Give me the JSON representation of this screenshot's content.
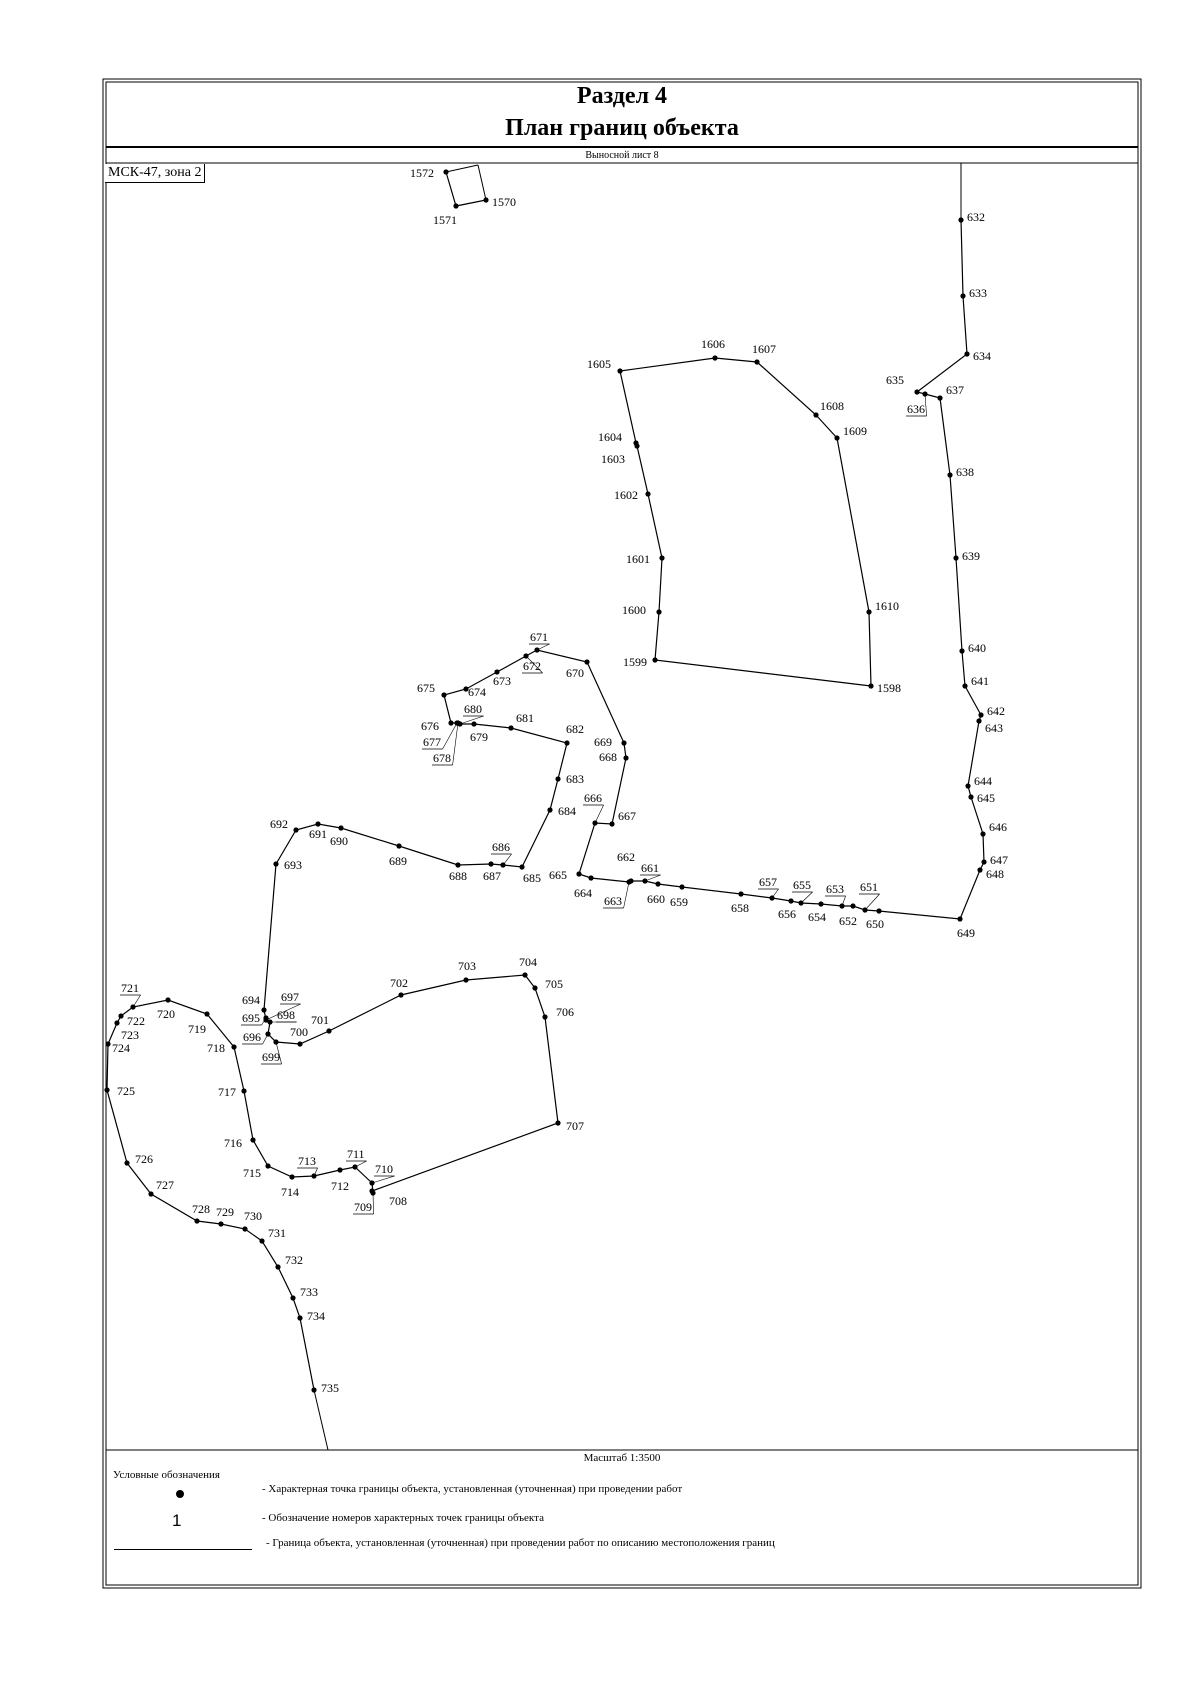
{
  "title": "Раздел 4",
  "subtitle": "План границ объекта",
  "sheet_label": "Выносной лист 8",
  "coordinate_system": "МСК-47, зона 2",
  "scale": "Масштаб 1:3500",
  "legend": {
    "title": "Условные обозначения",
    "point_desc": "- Характерная точка границы объекта, установленная (уточненная) при проведении работ",
    "label_sample": "1",
    "label_desc": "- Обозначение номеров характерных точек границы объекта",
    "line_desc": "- Граница объекта, установленная (уточненная) при проведении работ по описанию местоположения границ"
  },
  "boundary_points": {
    "1570": [
      486,
      200
    ],
    "1571": [
      456,
      206
    ],
    "1572": [
      446,
      172
    ],
    "1598": [
      871,
      686
    ],
    "1599": [
      655,
      660
    ],
    "1600": [
      659,
      612
    ],
    "1601": [
      662,
      558
    ],
    "1602": [
      648,
      494
    ],
    "1603": [
      637,
      446
    ],
    "1604": [
      636,
      443
    ],
    "1605": [
      620,
      371
    ],
    "1606": [
      715,
      358
    ],
    "1607": [
      757,
      362
    ],
    "1608": [
      816,
      415
    ],
    "1609": [
      837,
      438
    ],
    "1610": [
      869,
      612
    ],
    "632": [
      961,
      220
    ],
    "633": [
      963,
      296
    ],
    "634": [
      967,
      354
    ],
    "635": [
      917,
      392
    ],
    "636": [
      925,
      394
    ],
    "637": [
      940,
      398
    ],
    "638": [
      950,
      475
    ],
    "639": [
      956,
      558
    ],
    "640": [
      962,
      651
    ],
    "641": [
      965,
      686
    ],
    "642": [
      981,
      715
    ],
    "643": [
      979,
      721
    ],
    "644": [
      968,
      786
    ],
    "645": [
      971,
      797
    ],
    "646": [
      983,
      834
    ],
    "647": [
      984,
      862
    ],
    "648": [
      980,
      870
    ],
    "649": [
      960,
      919
    ],
    "650": [
      879,
      911
    ],
    "651": [
      865,
      910
    ],
    "652": [
      853,
      906
    ],
    "653": [
      842,
      906
    ],
    "654": [
      821,
      904
    ],
    "655": [
      801,
      903
    ],
    "656": [
      791,
      901
    ],
    "657": [
      772,
      898
    ],
    "658": [
      741,
      894
    ],
    "659": [
      682,
      887
    ],
    "660": [
      658,
      884
    ],
    "661": [
      645,
      881
    ],
    "662": [
      631,
      881
    ],
    "663": [
      629,
      882
    ],
    "664": [
      591,
      878
    ],
    "665": [
      579,
      874
    ],
    "666": [
      595,
      823
    ],
    "667": [
      612,
      824
    ],
    "668": [
      626,
      758
    ],
    "669": [
      624,
      743
    ],
    "670": [
      587,
      662
    ],
    "671": [
      537,
      650
    ],
    "672": [
      526,
      656
    ],
    "673": [
      497,
      672
    ],
    "674": [
      466,
      689
    ],
    "675": [
      444,
      695
    ],
    "676": [
      451,
      723
    ],
    "677": [
      457,
      723
    ],
    "678": [
      458,
      723
    ],
    "679": [
      474,
      724
    ],
    "680": [
      460,
      724
    ],
    "681": [
      511,
      728
    ],
    "682": [
      567,
      743
    ],
    "683": [
      558,
      779
    ],
    "684": [
      550,
      810
    ],
    "685": [
      522,
      867
    ],
    "686": [
      503,
      865
    ],
    "687": [
      491,
      864
    ],
    "688": [
      458,
      865
    ],
    "689": [
      399,
      846
    ],
    "690": [
      341,
      828
    ],
    "691": [
      318,
      824
    ],
    "692": [
      296,
      830
    ],
    "693": [
      276,
      864
    ],
    "694": [
      264,
      1010
    ],
    "695": [
      266,
      1018
    ],
    "696": [
      268,
      1034
    ],
    "697": [
      266,
      1020
    ],
    "698": [
      270,
      1022
    ],
    "699": [
      276,
      1042
    ],
    "700": [
      300,
      1044
    ],
    "701": [
      329,
      1031
    ],
    "702": [
      401,
      995
    ],
    "703": [
      466,
      980
    ],
    "704": [
      525,
      975
    ],
    "705": [
      535,
      988
    ],
    "706": [
      545,
      1017
    ],
    "707": [
      558,
      1123
    ],
    "708": [
      372,
      1191
    ],
    "709": [
      373,
      1193
    ],
    "710": [
      372,
      1183
    ],
    "711": [
      355,
      1167
    ],
    "712": [
      340,
      1170
    ],
    "713": [
      314,
      1176
    ],
    "714": [
      292,
      1177
    ],
    "715": [
      268,
      1166
    ],
    "716": [
      253,
      1140
    ],
    "717": [
      244,
      1091
    ],
    "718": [
      234,
      1047
    ],
    "719": [
      207,
      1014
    ],
    "720": [
      168,
      1000
    ],
    "721": [
      133,
      1007
    ],
    "722": [
      121,
      1016
    ],
    "723": [
      117,
      1023
    ],
    "724": [
      108,
      1044
    ],
    "725": [
      107,
      1090
    ],
    "726": [
      127,
      1163
    ],
    "727": [
      151,
      1194
    ],
    "728": [
      197,
      1221
    ],
    "729": [
      221,
      1224
    ],
    "730": [
      245,
      1229
    ],
    "731": [
      262,
      1241
    ],
    "732": [
      278,
      1267
    ],
    "733": [
      293,
      1298
    ],
    "734": [
      300,
      1318
    ],
    "735": [
      314,
      1390
    ]
  },
  "point_labels": {
    "1570": [
      492,
      206
    ],
    "1571": [
      433,
      224
    ],
    "1572": [
      410,
      177
    ],
    "1598": [
      877,
      692
    ],
    "1599": [
      623,
      666
    ],
    "1600": [
      622,
      614
    ],
    "1601": [
      626,
      563
    ],
    "1602": [
      614,
      499
    ],
    "1603": [
      601,
      463
    ],
    "1604": [
      598,
      441
    ],
    "1605": [
      587,
      368
    ],
    "1606": [
      701,
      348
    ],
    "1607": [
      752,
      353
    ],
    "1608": [
      820,
      410
    ],
    "1609": [
      843,
      435
    ],
    "1610": [
      875,
      610
    ],
    "632": [
      967,
      221
    ],
    "633": [
      969,
      297
    ],
    "634": [
      973,
      360
    ],
    "635": [
      886,
      384
    ],
    "636": [
      907,
      413
    ],
    "637": [
      946,
      394
    ],
    "638": [
      956,
      476
    ],
    "639": [
      962,
      560
    ],
    "640": [
      968,
      652
    ],
    "641": [
      971,
      685
    ],
    "642": [
      987,
      715
    ],
    "643": [
      985,
      732
    ],
    "644": [
      974,
      785
    ],
    "645": [
      977,
      802
    ],
    "646": [
      989,
      831
    ],
    "647": [
      990,
      864
    ],
    "648": [
      986,
      878
    ],
    "649": [
      957,
      937
    ],
    "650": [
      866,
      928
    ],
    "651": [
      860,
      891
    ],
    "652": [
      839,
      925
    ],
    "653": [
      826,
      893
    ],
    "654": [
      808,
      921
    ],
    "655": [
      793,
      889
    ],
    "656": [
      778,
      918
    ],
    "657": [
      759,
      886
    ],
    "658": [
      731,
      912
    ],
    "659": [
      670,
      906
    ],
    "660": [
      647,
      903
    ],
    "661": [
      641,
      872
    ],
    "662": [
      617,
      861
    ],
    "663": [
      604,
      905
    ],
    "664": [
      574,
      897
    ],
    "665": [
      549,
      879
    ],
    "666": [
      584,
      802
    ],
    "667": [
      618,
      820
    ],
    "668": [
      599,
      761
    ],
    "669": [
      594,
      746
    ],
    "670": [
      566,
      677
    ],
    "671": [
      530,
      641
    ],
    "672": [
      523,
      670
    ],
    "673": [
      493,
      685
    ],
    "674": [
      468,
      696
    ],
    "675": [
      417,
      692
    ],
    "676": [
      421,
      730
    ],
    "677": [
      423,
      746
    ],
    "678": [
      433,
      762
    ],
    "679": [
      470,
      741
    ],
    "680": [
      464,
      713
    ],
    "681": [
      516,
      722
    ],
    "682": [
      566,
      733
    ],
    "683": [
      566,
      783
    ],
    "684": [
      558,
      815
    ],
    "685": [
      523,
      882
    ],
    "686": [
      492,
      851
    ],
    "687": [
      483,
      880
    ],
    "688": [
      449,
      880
    ],
    "689": [
      389,
      865
    ],
    "690": [
      330,
      845
    ],
    "691": [
      309,
      838
    ],
    "692": [
      270,
      828
    ],
    "693": [
      284,
      869
    ],
    "694": [
      242,
      1004
    ],
    "695": [
      242,
      1022
    ],
    "696": [
      243,
      1041
    ],
    "697": [
      281,
      1001
    ],
    "698": [
      277,
      1019
    ],
    "699": [
      262,
      1061
    ],
    "700": [
      290,
      1036
    ],
    "701": [
      311,
      1024
    ],
    "702": [
      390,
      987
    ],
    "703": [
      458,
      970
    ],
    "704": [
      519,
      966
    ],
    "705": [
      545,
      988
    ],
    "706": [
      556,
      1016
    ],
    "707": [
      566,
      1130
    ],
    "708": [
      389,
      1205
    ],
    "709": [
      354,
      1211
    ],
    "710": [
      375,
      1173
    ],
    "711": [
      347,
      1158
    ],
    "712": [
      331,
      1190
    ],
    "713": [
      298,
      1165
    ],
    "714": [
      281,
      1196
    ],
    "715": [
      243,
      1177
    ],
    "716": [
      224,
      1147
    ],
    "717": [
      218,
      1096
    ],
    "718": [
      207,
      1052
    ],
    "719": [
      188,
      1033
    ],
    "720": [
      157,
      1018
    ],
    "721": [
      121,
      992
    ],
    "722": [
      127,
      1025
    ],
    "723": [
      121,
      1039
    ],
    "724": [
      112,
      1052
    ],
    "725": [
      117,
      1095
    ],
    "726": [
      135,
      1163
    ],
    "727": [
      156,
      1189
    ],
    "728": [
      192,
      1213
    ],
    "729": [
      216,
      1216
    ],
    "730": [
      244,
      1220
    ],
    "731": [
      268,
      1237
    ],
    "732": [
      285,
      1264
    ],
    "733": [
      300,
      1296
    ],
    "734": [
      307,
      1320
    ],
    "735": [
      321,
      1392
    ]
  },
  "boundaries": [
    [
      "1570",
      "1571",
      "1572"
    ],
    [
      "1598",
      "1599",
      "1600",
      "1601",
      "1602",
      "1603",
      "1604",
      "1605",
      "1606",
      "1607",
      "1608",
      "1609",
      "1610",
      "1598"
    ],
    [
      "632",
      "633",
      "634",
      "635",
      "636",
      "637",
      "638",
      "639",
      "640",
      "641",
      "642",
      "643",
      "644",
      "645",
      "646",
      "647",
      "648",
      "649",
      "650",
      "651",
      "652",
      "653",
      "654",
      "655",
      "656",
      "657",
      "658",
      "659",
      "660",
      "661",
      "662",
      "663",
      "664",
      "665",
      "666",
      "667",
      "668",
      "669",
      "670",
      "671",
      "672",
      "673",
      "674",
      "675",
      "676",
      "677",
      "678",
      "680",
      "679",
      "681",
      "682",
      "683",
      "684",
      "685",
      "686",
      "687",
      "688",
      "689",
      "690",
      "691",
      "692",
      "693",
      "694",
      "697",
      "695",
      "698",
      "696",
      "699",
      "700",
      "701",
      "702",
      "703",
      "704",
      "705",
      "706",
      "707",
      "708",
      "709",
      "710",
      "711",
      "712",
      "713",
      "714",
      "715",
      "716",
      "717",
      "718",
      "719",
      "720",
      "721",
      "722",
      "723",
      "724",
      "725",
      "726",
      "727",
      "728",
      "729",
      "730",
      "731",
      "732",
      "733",
      "734",
      "735"
    ]
  ],
  "underlined_labels": [
    "636",
    "651",
    "653",
    "655",
    "657",
    "661",
    "663",
    "666",
    "671",
    "672",
    "677",
    "678",
    "680",
    "686",
    "695",
    "696",
    "697",
    "698",
    "699",
    "709",
    "710",
    "711",
    "713",
    "721"
  ],
  "colors": {
    "ink": "#000000",
    "paper": "#ffffff"
  }
}
